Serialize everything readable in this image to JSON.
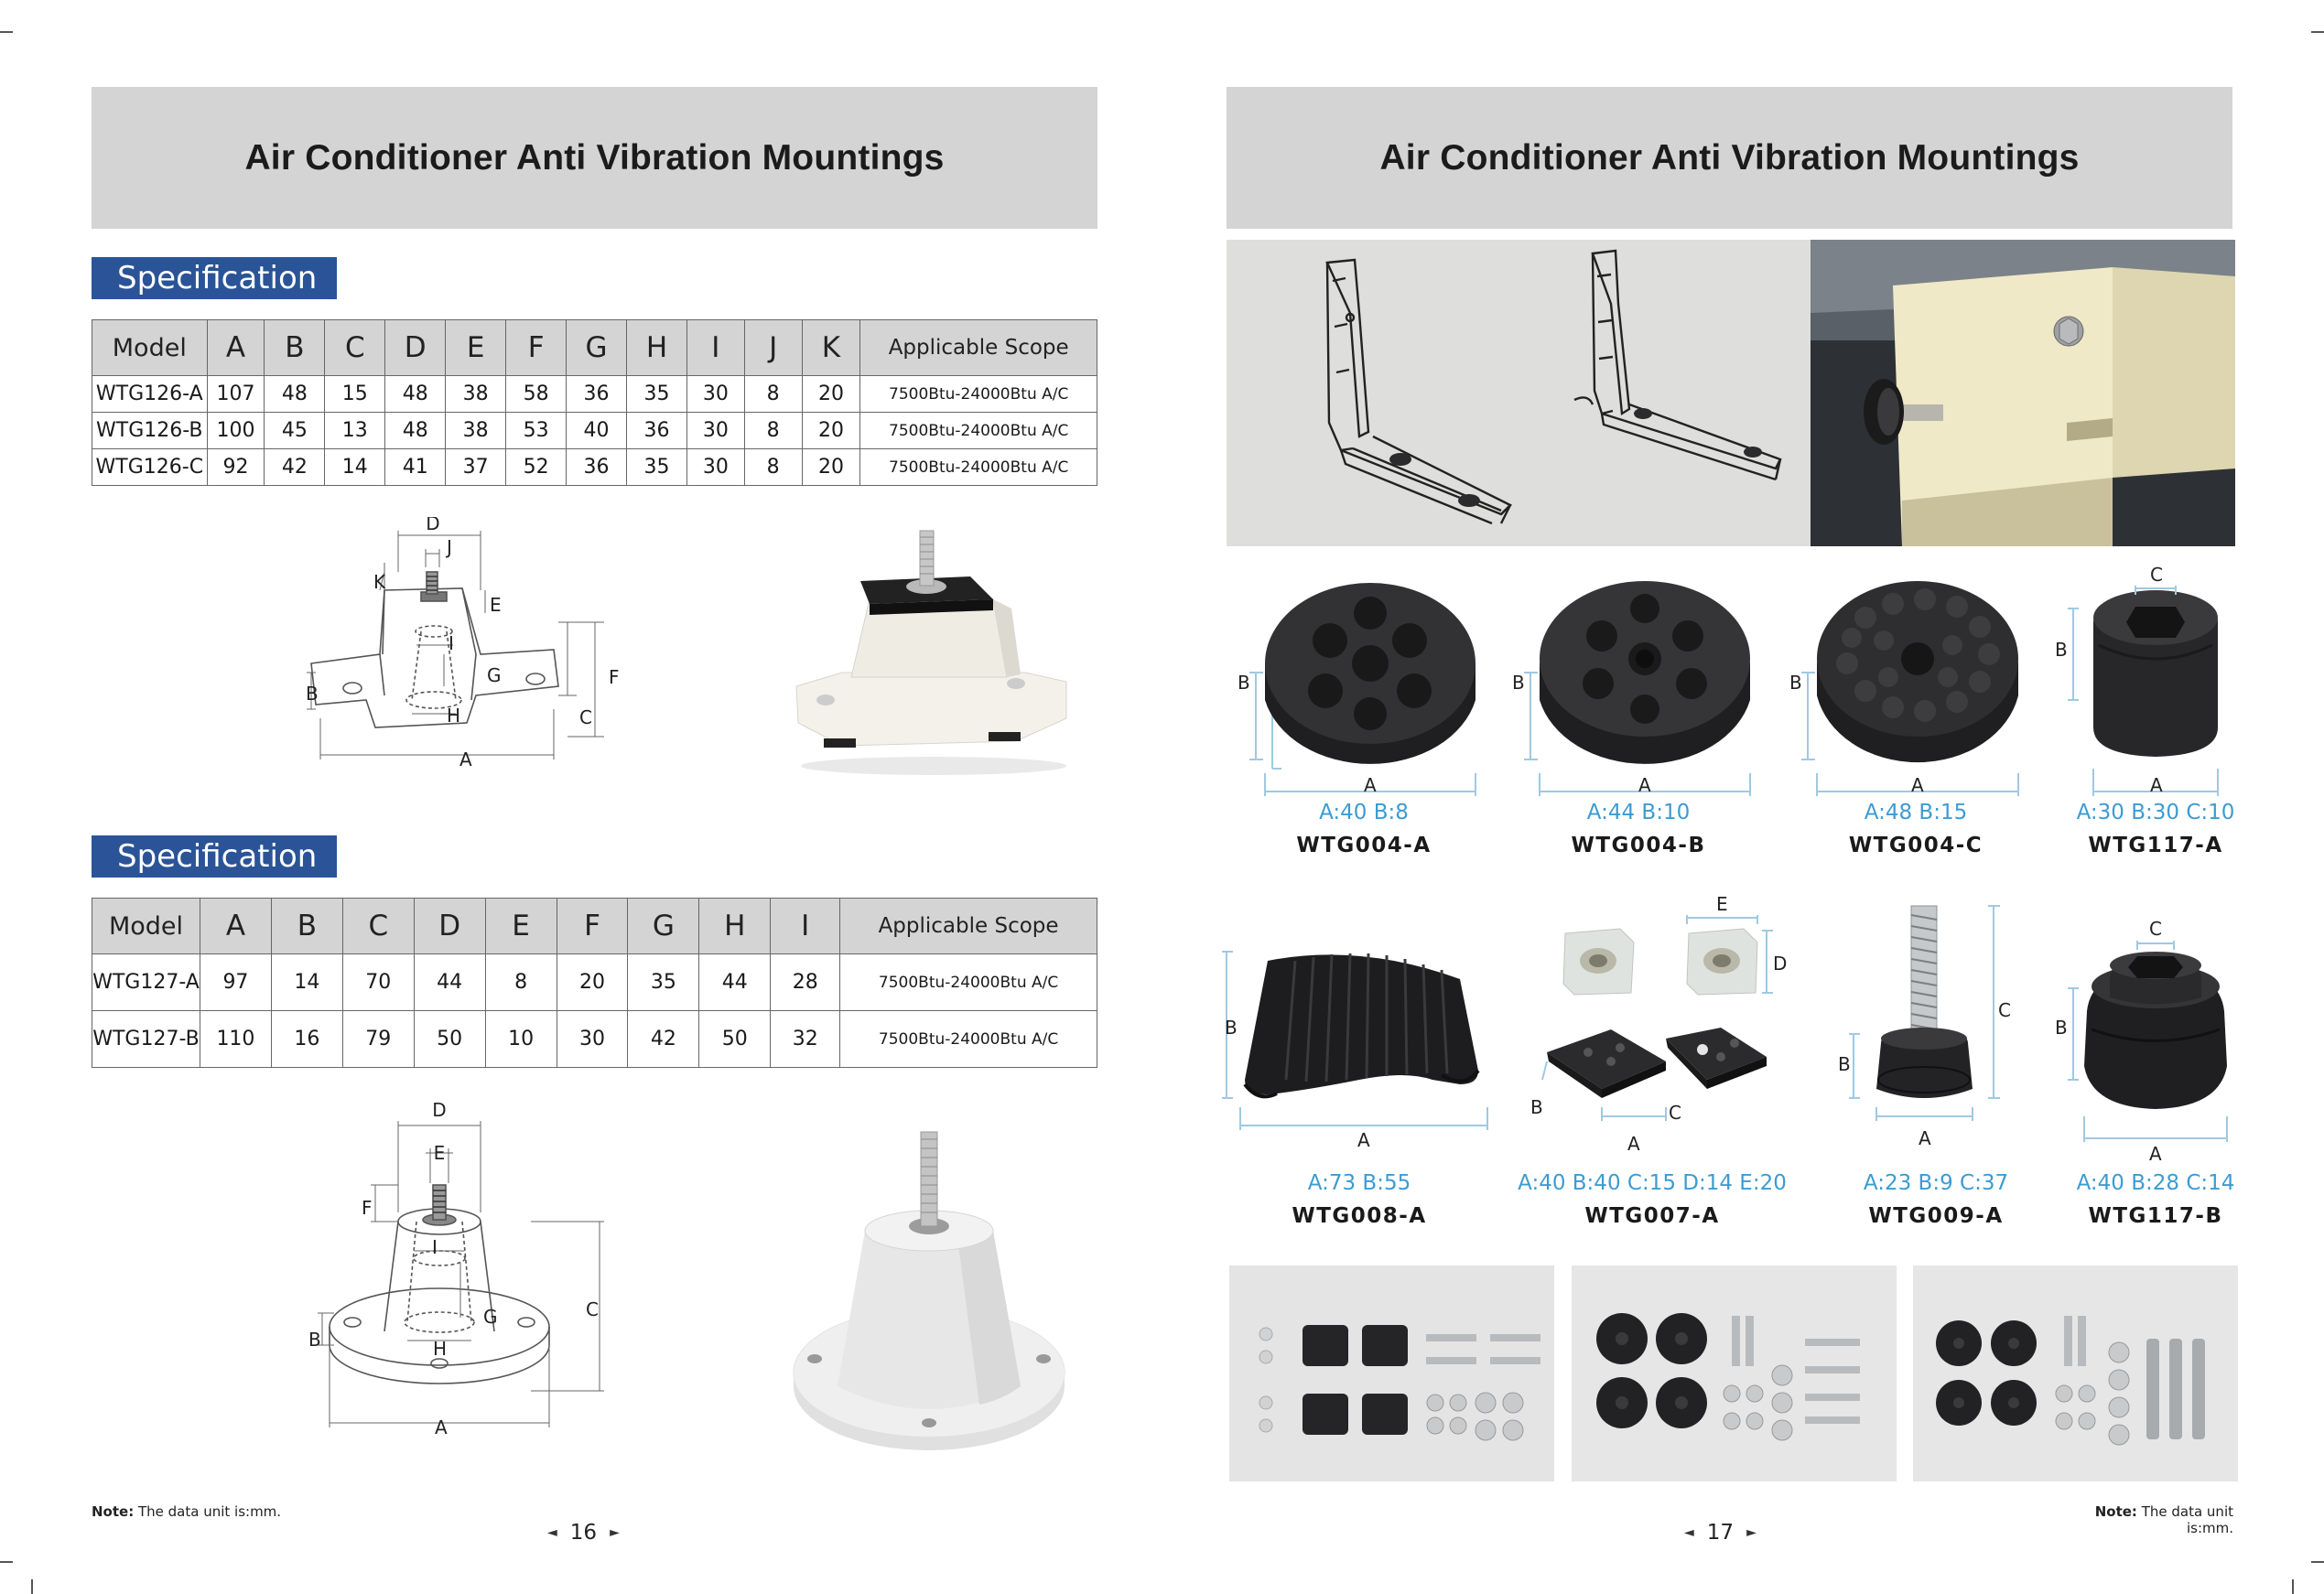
{
  "title": "Air Conditioner Anti Vibration Mountings",
  "left_page": {
    "spec_label_1": "Specification",
    "table1": {
      "headers": [
        "Model",
        "A",
        "B",
        "C",
        "D",
        "E",
        "F",
        "G",
        "H",
        "I",
        "J",
        "K",
        "Applicable Scope"
      ],
      "rows": [
        [
          "WTG126-A",
          "107",
          "48",
          "15",
          "48",
          "38",
          "58",
          "36",
          "35",
          "30",
          "8",
          "20",
          "7500Btu-24000Btu A/C"
        ],
        [
          "WTG126-B",
          "100",
          "45",
          "13",
          "48",
          "38",
          "53",
          "40",
          "36",
          "30",
          "8",
          "20",
          "7500Btu-24000Btu A/C"
        ],
        [
          "WTG126-C",
          "92",
          "42",
          "14",
          "41",
          "37",
          "52",
          "36",
          "35",
          "30",
          "8",
          "20",
          "7500Btu-24000Btu A/C"
        ]
      ]
    },
    "diagram1_labels": {
      "D": "D",
      "J": "J",
      "K": "K",
      "E": "E",
      "I": "I",
      "G": "G",
      "F": "F",
      "B": "B",
      "H": "H",
      "C": "C",
      "A": "A"
    },
    "spec_label_2": "Specification",
    "table2": {
      "headers": [
        "Model",
        "A",
        "B",
        "C",
        "D",
        "E",
        "F",
        "G",
        "H",
        "I",
        "Applicable Scope"
      ],
      "rows": [
        [
          "WTG127-A",
          "97",
          "14",
          "70",
          "44",
          "8",
          "20",
          "35",
          "44",
          "28",
          "7500Btu-24000Btu A/C"
        ],
        [
          "WTG127-B",
          "110",
          "16",
          "79",
          "50",
          "10",
          "30",
          "42",
          "50",
          "32",
          "7500Btu-24000Btu A/C"
        ]
      ]
    },
    "diagram2_labels": {
      "D": "D",
      "E": "E",
      "F": "F",
      "I": "I",
      "G": "G",
      "C": "C",
      "B": "B",
      "H": "H",
      "A": "A"
    },
    "note_label": "Note:",
    "note_text": "The data unit is:mm.",
    "page_number": "16",
    "prev_arrow": "◄",
    "next_arrow": "►"
  },
  "right_page": {
    "products_row1": [
      {
        "dims": "A:40    B:8",
        "code": "WTG004-A",
        "label_a": "A",
        "label_b": "B"
      },
      {
        "dims": "A:44    B:10",
        "code": "WTG004-B",
        "label_a": "A",
        "label_b": "B"
      },
      {
        "dims": "A:48    B:15",
        "code": "WTG004-C",
        "label_a": "A",
        "label_b": "B"
      },
      {
        "dims": "A:30 B:30 C:10",
        "code": "WTG117-A",
        "label_a": "A",
        "label_b": "B",
        "label_c": "C"
      }
    ],
    "products_row2": [
      {
        "dims": "A:73    B:55",
        "code": "WTG008-A",
        "label_a": "A",
        "label_b": "B"
      },
      {
        "dims": "A:40 B:40 C:15 D:14 E:20",
        "code": "WTG007-A",
        "label_a": "A",
        "label_b": "B",
        "label_c": "C",
        "label_d": "D",
        "label_e": "E"
      },
      {
        "dims": "A:23 B:9 C:37",
        "code": "WTG009-A",
        "label_a": "A",
        "label_b": "B",
        "label_c": "C"
      },
      {
        "dims": "A:40 B:28 C:14",
        "code": "WTG117-B",
        "label_a": "A",
        "label_b": "B",
        "label_c": "C"
      }
    ],
    "note_label": "Note:",
    "note_text": "The data unit is:mm.",
    "page_number": "17",
    "prev_arrow": "◄",
    "next_arrow": "►"
  },
  "colors": {
    "header_band": "#d4d4d4",
    "spec_tag": "#2a5497",
    "dimension_text": "#3d9bd2",
    "rubber": "#2b2b2e"
  }
}
